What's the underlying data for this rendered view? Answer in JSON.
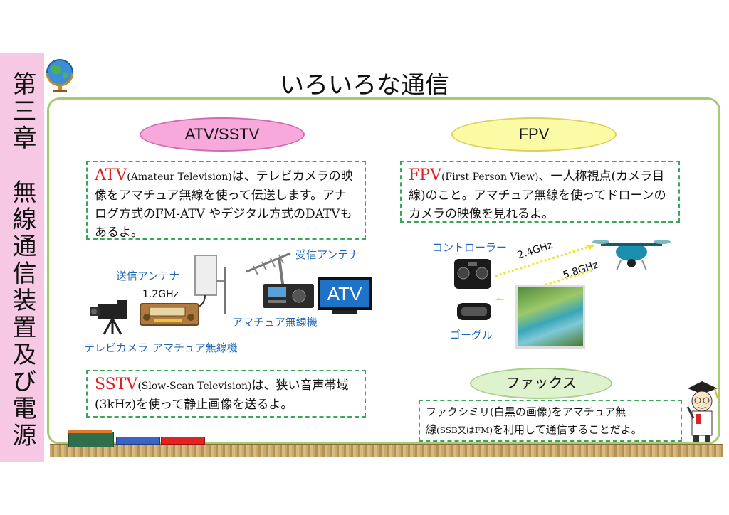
{
  "chapter": "第三章　無線通信装置及び電源",
  "title": "いろいろな通信",
  "atv_section": {
    "heading": "ATV/SSTV",
    "atv_term": "ATV",
    "atv_expansion": "(Amateur Television)",
    "atv_text": "は、テレビカメラの映像をアマチュア無線を使って伝送します。アナログ方式のFM-ATV やデジタル方式のDATVもあるよ。",
    "label_tx_antenna": "送信アンテナ",
    "label_freq": "1.2GHz",
    "label_rx_antenna": "受信アンテナ",
    "label_rx_rig": "アマチュア無線機",
    "label_camera": "テレビカメラ",
    "label_tx_rig": "アマチュア無線機",
    "tv_screen": "ATV",
    "sstv_term": "SSTV",
    "sstv_expansion": "(Slow-Scan Television)",
    "sstv_text": "は、狭い音声帯域(3kHz)を使って静止画像を送るよ。"
  },
  "fpv_section": {
    "heading": "FPV",
    "fpv_term": "FPV",
    "fpv_expansion": "(First Person View)",
    "fpv_text": "、一人称視点(カメラ目線)のこと。アマチュア無線を使ってドローンのカメラの映像を見れるよ。",
    "label_controller": "コントローラー",
    "label_up_freq": "2.4GHz",
    "label_down_freq": "5.8GHz",
    "label_goggle": "ゴーグル"
  },
  "fax_section": {
    "heading": "ファックス",
    "text_main": "ファクシミリ(白黒の画像)をアマチュア無",
    "text_line2_a": "線",
    "text_line2_small": "(SSB又はFM)",
    "text_line2_b": "を利用して通信することだよ。"
  }
}
